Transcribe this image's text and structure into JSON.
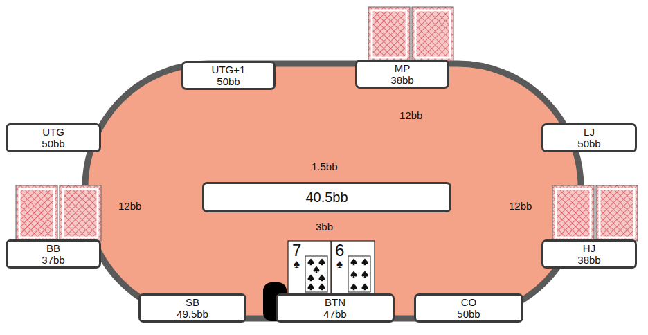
{
  "diagram": {
    "nodes": [
      {
        "text": [
          "UTG+1",
          "50bb"
        ]
      },
      {
        "text": [
          "MP",
          "38bb"
        ]
      },
      {
        "text": [
          "UTG",
          "50bb"
        ]
      },
      {
        "text": [
          "LJ",
          "50bb"
        ]
      },
      {
        "text": [
          "40.5bb"
        ]
      },
      {
        "text": [
          "BB",
          "37bb"
        ]
      },
      {
        "text": [
          "HJ",
          "38bb"
        ]
      },
      {
        "text": [
          "SB",
          "49.5bb"
        ]
      },
      {
        "text": [
          "BTN",
          "47bb"
        ]
      },
      {
        "text": [
          "CO",
          "50bb"
        ]
      }
    ],
    "labels": [
      "12bb",
      "1.5bb",
      "12bb",
      "12bb",
      "3bb",
      "7",
      "♠",
      "6",
      "♠"
    ]
  }
}
